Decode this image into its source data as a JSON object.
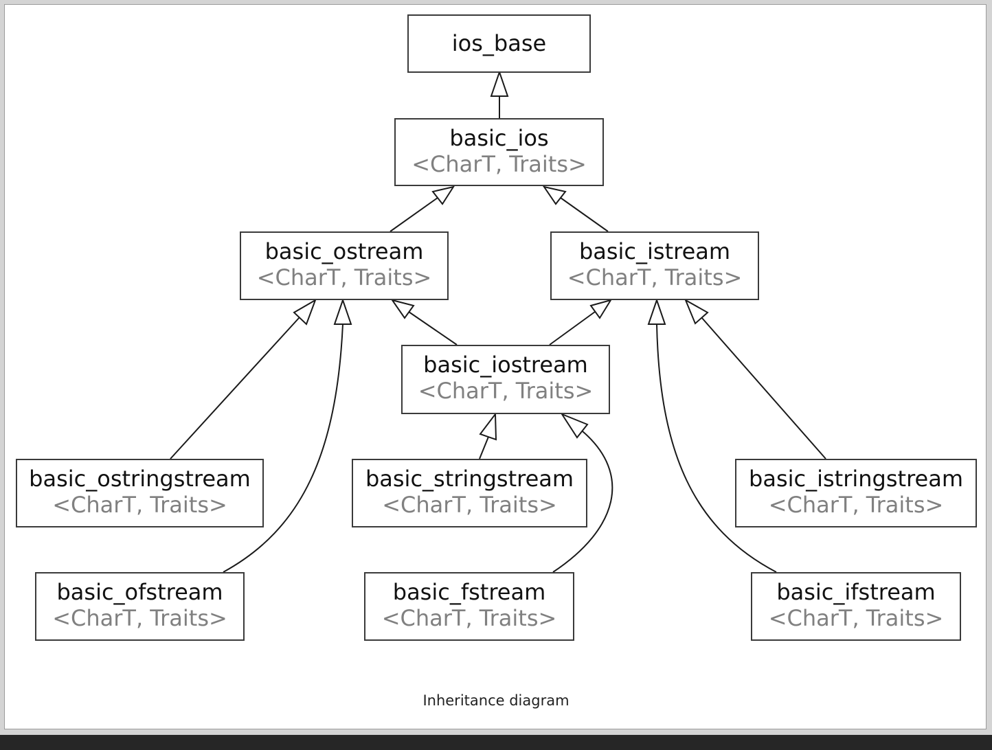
{
  "diagram": {
    "caption": "Inheritance diagram",
    "nodes": {
      "ios_base": {
        "name": "ios_base"
      },
      "basic_ios": {
        "name": "basic_ios",
        "template": "<CharT, Traits>"
      },
      "basic_ostream": {
        "name": "basic_ostream",
        "template": "<CharT, Traits>"
      },
      "basic_istream": {
        "name": "basic_istream",
        "template": "<CharT, Traits>"
      },
      "basic_iostream": {
        "name": "basic_iostream",
        "template": "<CharT, Traits>"
      },
      "basic_ostringstream": {
        "name": "basic_ostringstream",
        "template": "<CharT, Traits>"
      },
      "basic_stringstream": {
        "name": "basic_stringstream",
        "template": "<CharT, Traits>"
      },
      "basic_istringstream": {
        "name": "basic_istringstream",
        "template": "<CharT, Traits>"
      },
      "basic_ofstream": {
        "name": "basic_ofstream",
        "template": "<CharT, Traits>"
      },
      "basic_fstream": {
        "name": "basic_fstream",
        "template": "<CharT, Traits>"
      },
      "basic_ifstream": {
        "name": "basic_ifstream",
        "template": "<CharT, Traits>"
      }
    },
    "edges": [
      {
        "from": "basic_ios",
        "to": "ios_base"
      },
      {
        "from": "basic_ostream",
        "to": "basic_ios"
      },
      {
        "from": "basic_istream",
        "to": "basic_ios"
      },
      {
        "from": "basic_iostream",
        "to": "basic_ostream"
      },
      {
        "from": "basic_iostream",
        "to": "basic_istream"
      },
      {
        "from": "basic_ostringstream",
        "to": "basic_ostream"
      },
      {
        "from": "basic_ofstream",
        "to": "basic_ostream"
      },
      {
        "from": "basic_stringstream",
        "to": "basic_iostream"
      },
      {
        "from": "basic_fstream",
        "to": "basic_iostream"
      },
      {
        "from": "basic_istringstream",
        "to": "basic_istream"
      },
      {
        "from": "basic_ifstream",
        "to": "basic_istream"
      }
    ],
    "colors": {
      "line": "#1a1a1a",
      "border": "#3a3a3a",
      "template_text": "#808080"
    }
  }
}
